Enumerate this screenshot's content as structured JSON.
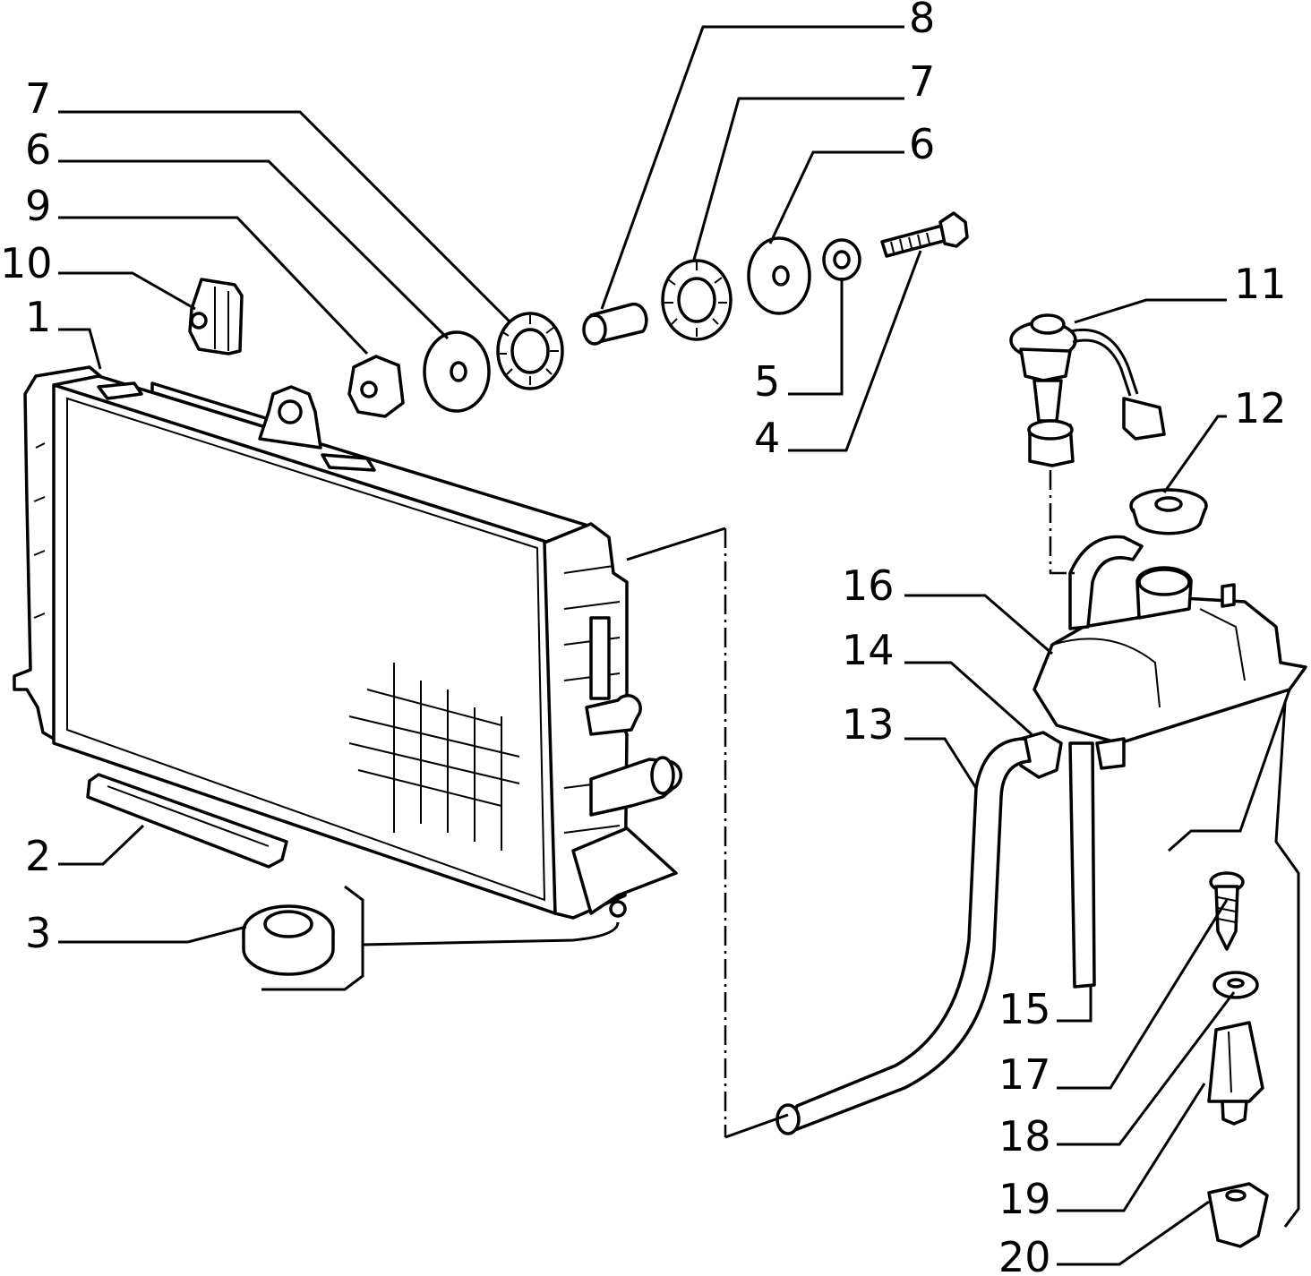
{
  "diagram": {
    "callouts": [
      {
        "id": "c8",
        "text": "8"
      },
      {
        "id": "c7a",
        "text": "7"
      },
      {
        "id": "c7b",
        "text": "7"
      },
      {
        "id": "c6a",
        "text": "6"
      },
      {
        "id": "c6b",
        "text": "6"
      },
      {
        "id": "c9",
        "text": "9"
      },
      {
        "id": "c10",
        "text": "10"
      },
      {
        "id": "c1",
        "text": "1"
      },
      {
        "id": "c5",
        "text": "5"
      },
      {
        "id": "c4",
        "text": "4"
      },
      {
        "id": "c11",
        "text": "11"
      },
      {
        "id": "c12",
        "text": "12"
      },
      {
        "id": "c16",
        "text": "16"
      },
      {
        "id": "c14",
        "text": "14"
      },
      {
        "id": "c13",
        "text": "13"
      },
      {
        "id": "c2",
        "text": "2"
      },
      {
        "id": "c3",
        "text": "3"
      },
      {
        "id": "c15",
        "text": "15"
      },
      {
        "id": "c17",
        "text": "17"
      },
      {
        "id": "c18",
        "text": "18"
      },
      {
        "id": "c19",
        "text": "19"
      },
      {
        "id": "c20",
        "text": "20"
      }
    ]
  }
}
